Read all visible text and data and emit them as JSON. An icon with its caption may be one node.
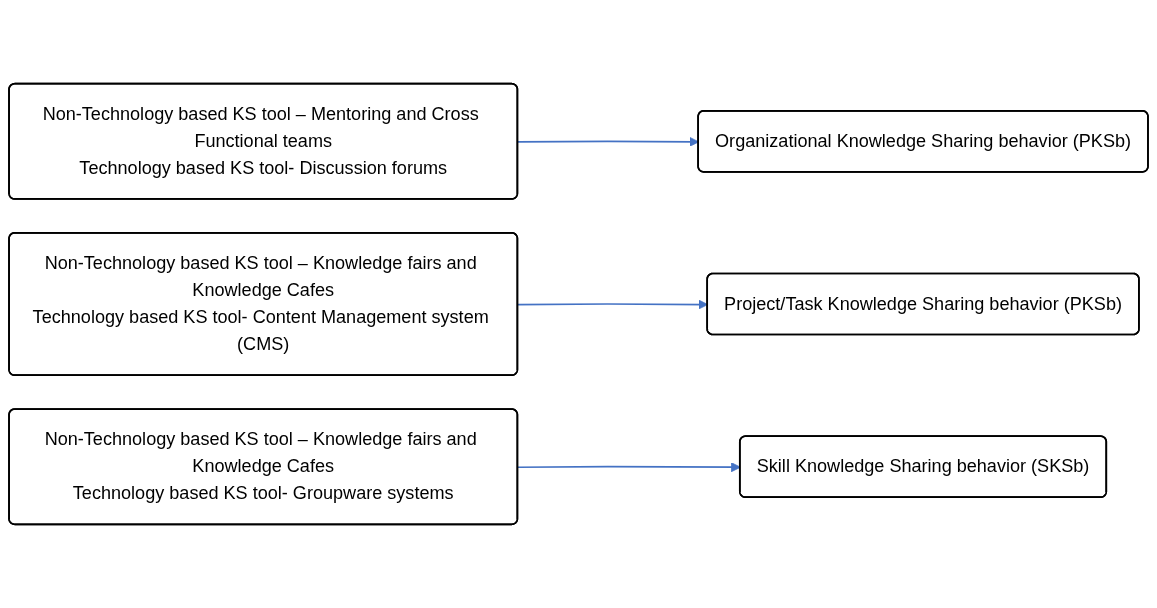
{
  "diagram": {
    "nodes": [
      {
        "text": [
          "Non-Technology based KS tool – Mentoring and Cross Functional teams",
          "Technology based KS tool- Discussion forums"
        ]
      },
      {
        "text": [
          "Organizational Knowledge Sharing behavior (PKSb)"
        ]
      },
      {
        "text": [
          "Non-Technology based KS tool – Knowledge fairs and Knowledge Cafes",
          "Technology based KS tool- Content Management system (CMS)"
        ]
      },
      {
        "text": [
          "Project/Task Knowledge Sharing behavior (PKSb)"
        ]
      },
      {
        "text": [
          "Non-Technology based KS tool – Knowledge fairs and Knowledge Cafes",
          "Technology based KS tool- Groupware systems"
        ]
      },
      {
        "text": [
          "Skill Knowledge Sharing behavior (SKSb)"
        ]
      }
    ],
    "edges": [
      {
        "from": 0,
        "to": 1,
        "arrow": "to"
      },
      {
        "from": 2,
        "to": 3,
        "arrow": "to"
      },
      {
        "from": 4,
        "to": 5,
        "arrow": "to"
      }
    ]
  }
}
